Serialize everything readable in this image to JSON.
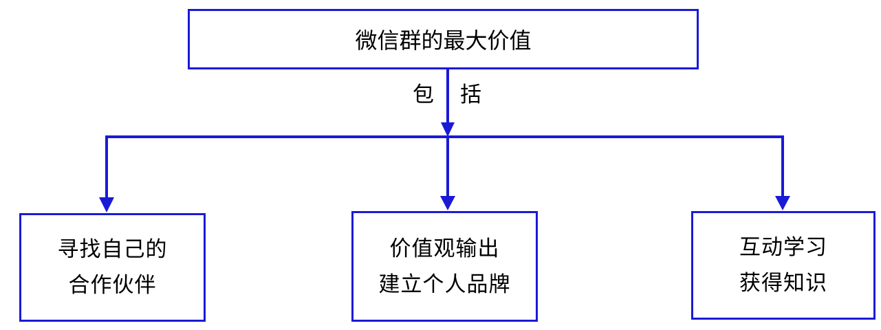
{
  "diagram": {
    "root": {
      "label": "微信群的最大价值"
    },
    "connector_label": [
      "包",
      "括"
    ],
    "children": [
      {
        "lines": [
          "寻找自己的",
          "合作伙伴"
        ]
      },
      {
        "lines": [
          "价值观输出",
          "建立个人品牌"
        ]
      },
      {
        "lines": [
          "互动学习",
          "获得知识"
        ]
      }
    ],
    "colors": {
      "line": "#1a1ad6",
      "border": "#1a1ad6",
      "text": "#000000"
    }
  }
}
